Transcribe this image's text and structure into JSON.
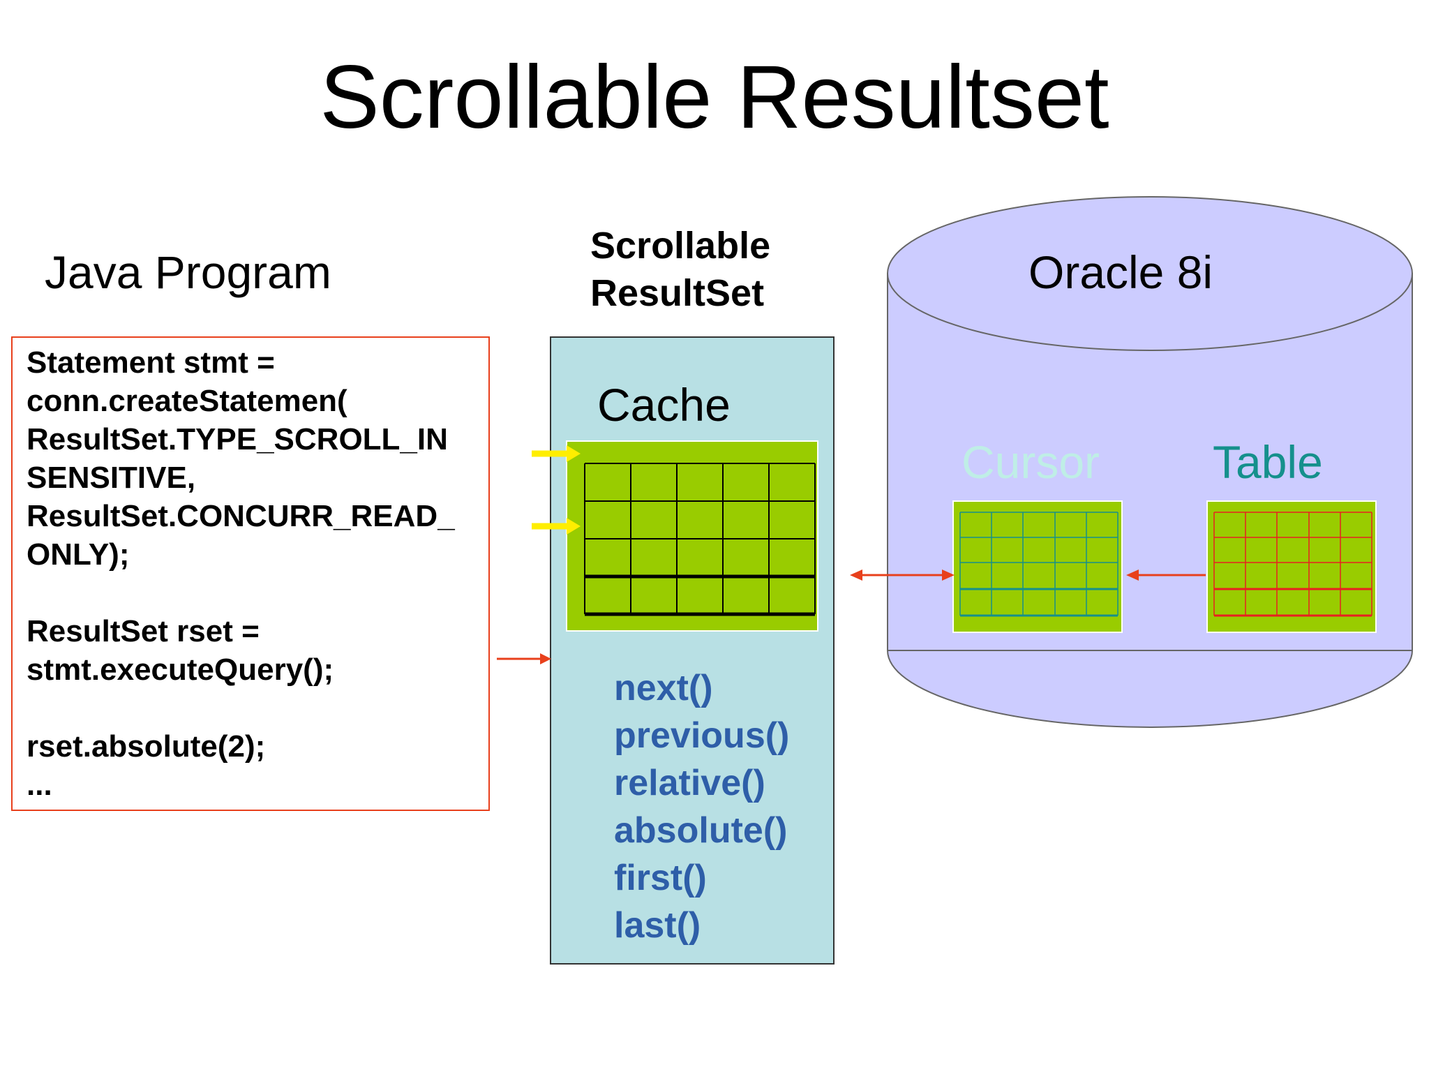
{
  "title": "Scrollable Resultset",
  "java_program": {
    "label": "Java Program",
    "code_lines": [
      "Statement stmt =",
      "conn.createStatemen(",
      "ResultSet.TYPE_SCROLL_IN",
      "SENSITIVE,",
      "ResultSet.CONCURR_READ_",
      "ONLY);",
      "",
      "ResultSet rset =",
      "stmt.executeQuery();",
      "",
      "rset.absolute(2);",
      "..."
    ]
  },
  "scrollable_resultset": {
    "label_line1": "Scrollable",
    "label_line2": "ResultSet",
    "cache_label": "Cache",
    "methods": [
      "next()",
      "previous()",
      "relative()",
      "absolute()",
      "first()",
      "last()"
    ]
  },
  "database": {
    "label": "Oracle 8i",
    "cursor_label": "Cursor",
    "table_label": "Table"
  },
  "colors": {
    "code_border": "#e8401c",
    "arrow_red": "#e8401c",
    "arrow_yellow": "#ffee00",
    "resultset_fill": "#b8e0e4",
    "cache_grid_fill": "#99cc00",
    "method_text": "#2e5ea8",
    "db_fill": "#ccccff",
    "cursor_text": "#bfeee6",
    "cursor_grid_lines": "#15908c",
    "table_text": "#15908c",
    "table_grid_lines": "#e82020"
  }
}
